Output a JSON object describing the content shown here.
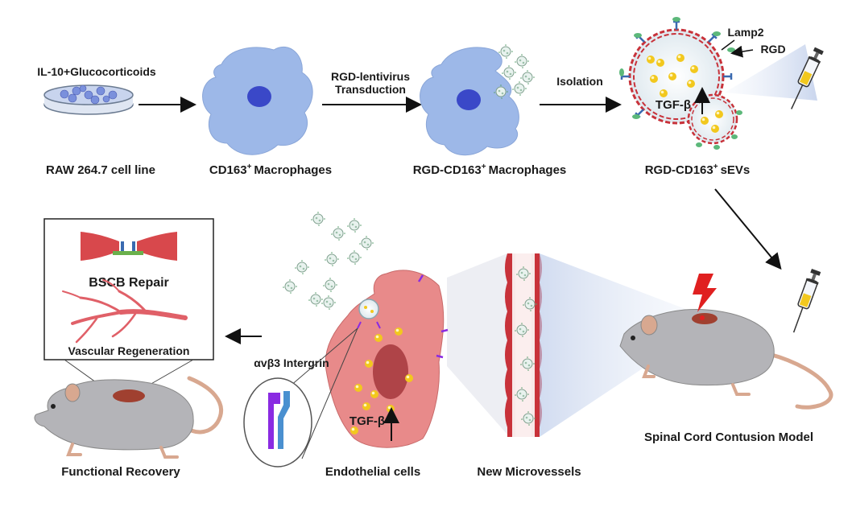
{
  "labels": {
    "il10": "IL-10+Glucocorticoids",
    "raw_cell_line": "RAW 264.7 cell line",
    "cd163_macrophages_a": "CD163",
    "cd163_macrophages_b": "Macrophages",
    "rgd_lentivirus": "RGD-lentivirus",
    "transduction": "Transduction",
    "rgd_cd163_macrophages_a": "RGD-CD163",
    "rgd_cd163_macrophages_b": "Macrophages",
    "isolation": "Isolation",
    "lamp2": "Lamp2",
    "rgd": "RGD",
    "tgf_beta_sev": "TGF-β",
    "rgd_cd163_sevs_a": "RGD-CD163",
    "rgd_cd163_sevs_b": "sEVs",
    "superscript_plus": "+",
    "bscb_repair": "BSCB Repair",
    "vascular_regeneration": "Vascular Regeneration",
    "integrin": "αvβ3 Intergrin",
    "tgf_beta_endo": "TGF-β",
    "functional_recovery": "Functional Recovery",
    "endothelial_cells": "Endothelial cells",
    "new_microvessels": "New Microvessels",
    "spinal_cord_model": "Spinal Cord Contusion Model"
  },
  "colors": {
    "macrophage": "#9db8e8",
    "nucleus": "#3a48c8",
    "endothelial": "#e88a8a",
    "vessel_red": "#c8323a",
    "vesicle_yellow": "#f2c81e",
    "rgd_green": "#5cb87a",
    "integrin_purple": "#8a2be2",
    "integrin_blue": "#4a90d0",
    "mouse_gray": "#b4b4b8",
    "tail": "#d8a890"
  }
}
